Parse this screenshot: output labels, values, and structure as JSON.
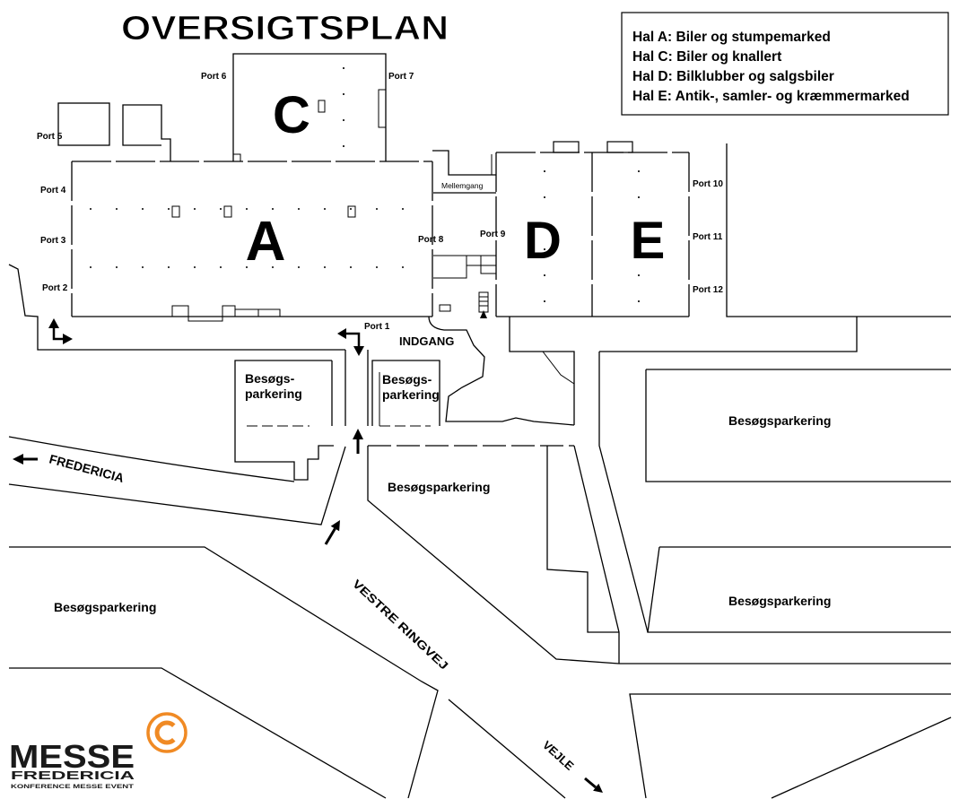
{
  "title": "OVERSIGTSPLAN",
  "legend": {
    "items": [
      "Hal A: Biler og stumpemarked",
      "Hal C: Biler og knallert",
      "Hal D: Bilklubber og salgsbiler",
      "Hal E: Antik-, samler- og kræmmermarked"
    ]
  },
  "halls": {
    "a": "A",
    "c": "C",
    "d": "D",
    "e": "E"
  },
  "ports": {
    "p1": "Port 1",
    "p2": "Port 2",
    "p3": "Port 3",
    "p4": "Port 4",
    "p5": "Port 5",
    "p6": "Port 6",
    "p7": "Port 7",
    "p8": "Port 8",
    "p9": "Port 9",
    "p10": "Port 10",
    "p11": "Port 11",
    "p12": "Port 12"
  },
  "labels": {
    "mellemgang": "Mellemgang",
    "indgang": "INDGANG"
  },
  "parking": [
    {
      "line1": "Besøgs-",
      "line2": "parkering"
    },
    {
      "line1": "Besøgs-",
      "line2": "parkering"
    },
    {
      "text": "Besøgsparkering"
    },
    {
      "text": "Besøgsparkering"
    },
    {
      "text": "Besøgsparkering"
    },
    {
      "text": "Besøgsparkering"
    }
  ],
  "roads": {
    "fredericia": "FREDERICIA",
    "vestre_ringvej": "VESTRE RINGVEJ",
    "vejle": "VEJLE"
  },
  "logo": {
    "wordmark": "MESSE",
    "city": "FREDERICIA",
    "tagline": "KONFERENCE MESSE EVENT",
    "accent_color": "#f08a24"
  },
  "colors": {
    "line": "#000000",
    "background": "#ffffff"
  }
}
